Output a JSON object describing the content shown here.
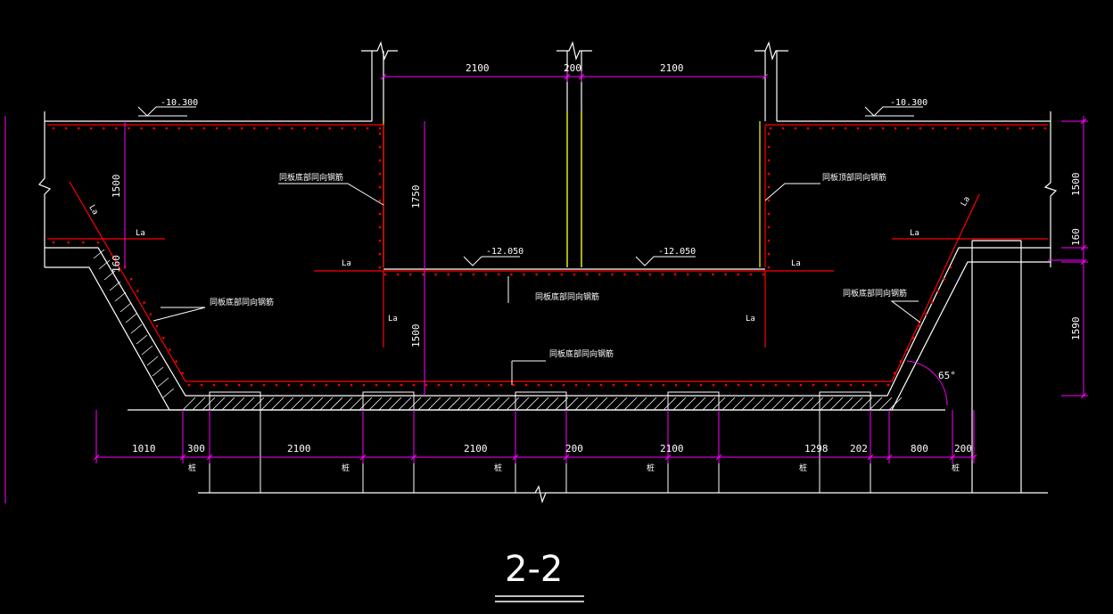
{
  "title": "2-2",
  "colors": {
    "background": "#000000",
    "structure": "#ffffff",
    "rebar": "#ff0000",
    "dimension": "#ff00ff",
    "wall_center": "#ffff00"
  },
  "levels": {
    "top_left": "-10.300",
    "top_right": "-10.300",
    "pit_left": "-12.050",
    "pit_right": "-12.050"
  },
  "dimensions": {
    "top": [
      "2100",
      "200",
      "2100"
    ],
    "left_height": "1500",
    "left_slab": "160",
    "pit_depth": "1750",
    "pit_bottom": "1500",
    "right_height": "1500",
    "right_slab": "160",
    "right_slope_height": "1590",
    "bottom": [
      "1010",
      "300",
      "2100",
      "2100",
      "200",
      "2100",
      "1298",
      "202",
      "800",
      "200"
    ],
    "angle": "65°"
  },
  "annotations": {
    "left_wall": "同板底部同向钢筋",
    "left_slope": "同板底部同向钢筋",
    "pit_bottom": "同板底部同向钢筋",
    "bottom_slab": "同板底部同向钢筋",
    "right_wall": "同板顶部同向钢筋",
    "right_slope": "同板底部同向钢筋"
  },
  "la": "La",
  "pile_marks": [
    "桩",
    "桩",
    "桩",
    "桩",
    "桩",
    "桩"
  ]
}
